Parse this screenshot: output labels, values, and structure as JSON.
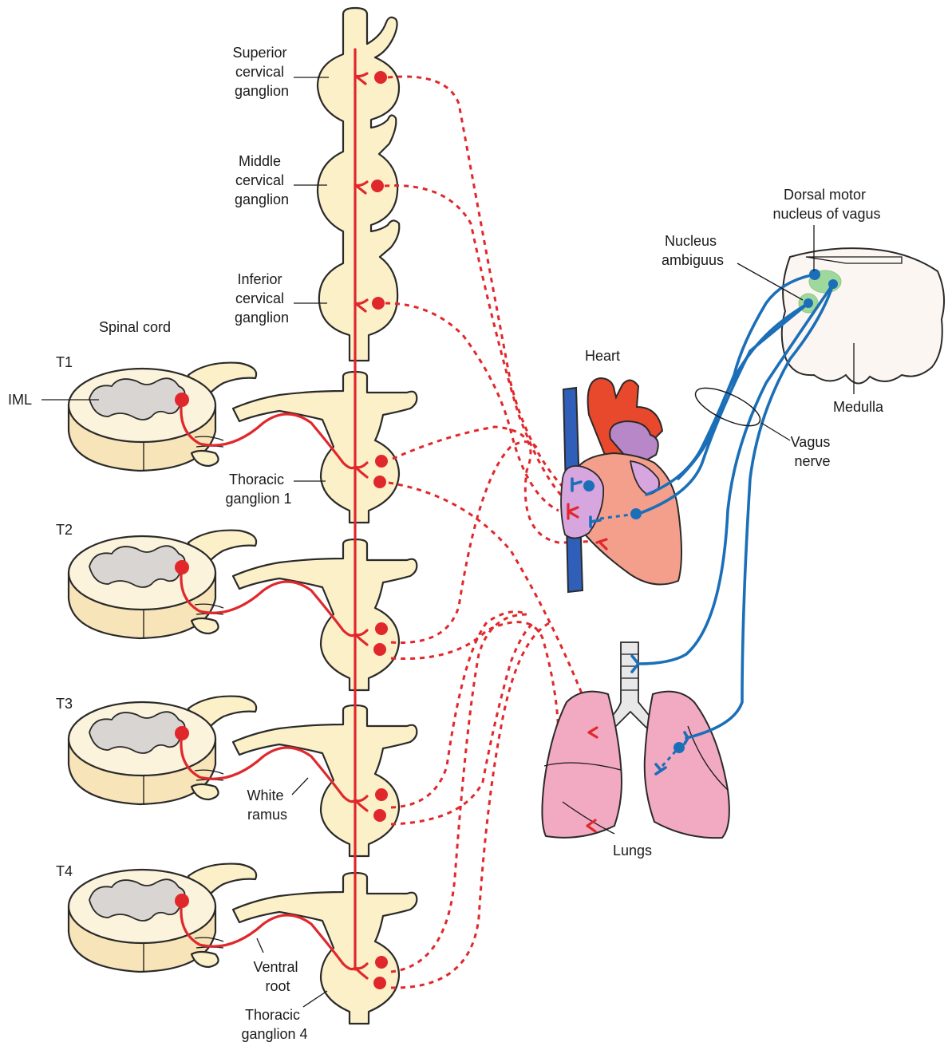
{
  "labels": {
    "superior_ganglion": [
      "Superior",
      "cervical",
      "ganglion"
    ],
    "middle_ganglion": [
      "Middle",
      "cervical",
      "ganglion"
    ],
    "inferior_ganglion": [
      "Inferior",
      "cervical",
      "ganglion"
    ],
    "spinal_cord": "Spinal cord",
    "t1": "T1",
    "t2": "T2",
    "t3": "T3",
    "t4": "T4",
    "iml": "IML",
    "thoracic_ganglion_1": [
      "Thoracic",
      "ganglion 1"
    ],
    "white_ramus": [
      "White",
      "ramus"
    ],
    "ventral_root": [
      "Ventral",
      "root"
    ],
    "thoracic_ganglion_4": [
      "Thoracic",
      "ganglion 4"
    ],
    "heart": "Heart",
    "lungs": "Lungs",
    "dorsal_motor_nucleus": [
      "Dorsal motor",
      "nucleus of vagus"
    ],
    "nucleus_ambiguus": [
      "Nucleus",
      "ambiguus"
    ],
    "medulla": "Medulla",
    "vagus_nerve": [
      "Vagus",
      "nerve"
    ]
  },
  "colors": {
    "sympathetic": "#e0282c",
    "parasympathetic": "#1b6fb8",
    "nucleus_highlight": "#9fd89c",
    "ganglion_fill": "#fcf0c8",
    "heart_muscle": "#f49e8c",
    "lung_tissue": "#f2a9c2"
  }
}
